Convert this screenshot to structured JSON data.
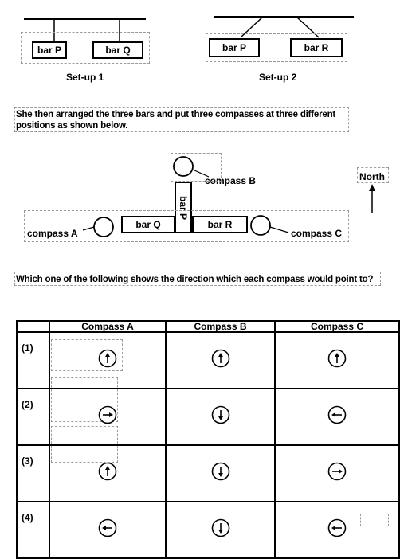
{
  "setup1": {
    "label": "Set-up 1",
    "bars": [
      "bar P",
      "bar Q"
    ]
  },
  "setup2": {
    "label": "Set-up 2",
    "bars": [
      "bar P",
      "bar R"
    ]
  },
  "instruction": "She then arranged the three bars and put three compasses at three different positions as shown below.",
  "arrangement": {
    "bar_p": "bar P",
    "bar_q": "bar Q",
    "bar_r": "bar R",
    "compass_a": "compass A",
    "compass_b": "compass B",
    "compass_c": "compass C",
    "north": "North"
  },
  "question": "Which one of the following shows the direction which each compass would point to?",
  "table": {
    "headers": [
      "",
      "Compass A",
      "Compass B",
      "Compass C"
    ],
    "rows": [
      {
        "label": "(1)",
        "a": "up",
        "b": "up",
        "c": "up"
      },
      {
        "label": "(2)",
        "a": "right",
        "b": "down",
        "c": "left"
      },
      {
        "label": "(3)",
        "a": "up",
        "b": "down",
        "c": "right"
      },
      {
        "label": "(4)",
        "a": "left",
        "b": "down",
        "c": "left"
      }
    ]
  },
  "icons": {
    "compass": "compass-icon",
    "north_arrow": "north-arrow-icon"
  }
}
